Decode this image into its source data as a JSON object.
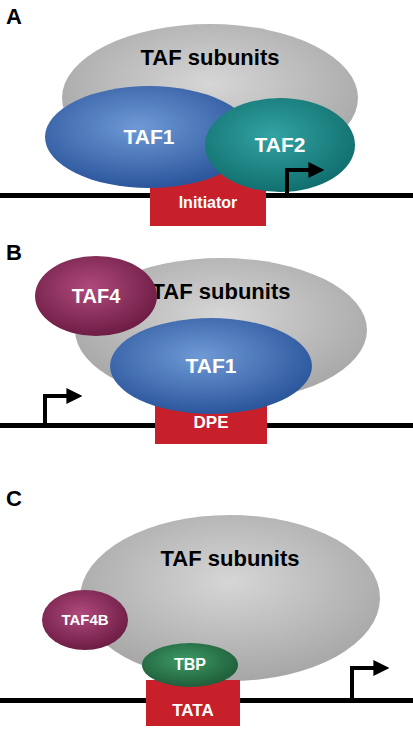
{
  "diagram": {
    "nodes": [
      {
        "text": [
          "TAF subunits"
        ]
      },
      {
        "text": [
          "TAF1"
        ]
      },
      {
        "text": [
          "TAF2"
        ]
      },
      {
        "text": [
          "Initiator"
        ]
      },
      {
        "text": [
          "TAF4"
        ]
      },
      {
        "text": [
          "TAF subunits"
        ]
      },
      {
        "text": [
          "TAF1"
        ]
      },
      {
        "text": [
          "DPE"
        ]
      },
      {
        "text": [
          "TAF subunits"
        ]
      },
      {
        "text": [
          "TAF4B"
        ]
      },
      {
        "text": [
          "TBP"
        ]
      },
      {
        "text": [
          "TATA"
        ]
      }
    ],
    "labels": [
      "A",
      "B",
      "C"
    ]
  }
}
